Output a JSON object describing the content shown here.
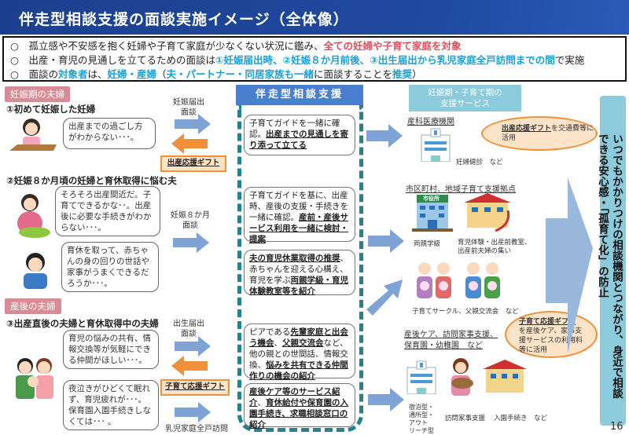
{
  "title": "伴走型相談支援の面談実施イメージ（全体像）",
  "info": {
    "line1": {
      "a": "孤立感や不安感を抱く妊婦や子育て家庭が少なくない状況に鑑み、",
      "b": "全ての妊婦や子育て家庭を対象"
    },
    "line2": {
      "a": "出産・育児の見通しを立てるための面談は",
      "b": "①妊娠届出時、②妊娠８か月前後、③出生届出から乳児家庭全戸訪問までの間",
      "c": "で実施"
    },
    "line3": {
      "a": "面談の",
      "b": "対象者",
      "c": "は、",
      "d": "妊婦・産婦",
      "e": "（",
      "f": "夫・パートナー・同居家族も一緒",
      "g": "に面談することを",
      "h": "推奨",
      "i": "）"
    },
    "bullet": "○"
  },
  "left": {
    "tag1": "妊娠期の夫婦",
    "tag2": "産後の夫婦",
    "case1": "①初めて妊娠した妊婦",
    "case2": "②妊娠８か月頃の妊婦と育休取得に悩む夫",
    "case3": "③出産直後の夫婦と育休取得中の夫婦",
    "bubbles": [
      "出産までの過ごし方がわからない･･･。",
      "そろそろ出産間近だ。子育てできるかな･･。出産後に必要な手続きがわからない･･･。",
      "育休を取って、赤ちゃんの身の回りの世話や家事がうまくできるだろうか･･･。",
      "育児の悩みの共有、情報交換等が気軽にできる仲間がほしい･･･。",
      "夜泣きがひどくて眠れず、育児疲れが･･･。保育園入園手続きしなくては･･･ 。"
    ],
    "labels": [
      "妊娠届出\n面談",
      "妊娠８か月\n面談",
      "出生届出\n面談",
      "乳児家庭全戸訪問"
    ],
    "gift1": "出産応援ギフト",
    "gift2": "子育て応援ギフト"
  },
  "middle": {
    "header": "伴走型相談支援",
    "boxes": [
      {
        "t1": "子育てガイドを一緒に確認。",
        "b1": "出産までの見通しを寄り添って立てる"
      },
      {
        "t1": "子育てガイドを基に、出産時、産後の支援・手続きを一緒に確認。",
        "b1": "産前・産後サービス利用を一緒に検討・提案"
      },
      {
        "b1": "夫の育児休業取得の推奨",
        "t1": "、赤ちゃんを迎える心構え、育児を学ぶ",
        "b2": "両親学級・育児体験教室等を紹介"
      },
      {
        "t1": "ピアである",
        "b1": "先輩家庭と出会う機会",
        "t2": "、",
        "b2": "父親交流会",
        "t3": "など、他の親との世間話、情報交換、",
        "b3": "悩みを共有できる仲間作りの機会の紹介"
      },
      {
        "b1": "産後ケア等のサービス紹介",
        "t1": "、",
        "b2": "育休給付や保育園の入園手続き、求職相談窓口の紹介"
      }
    ]
  },
  "right": {
    "header": "妊娠期・子育て期の\n支援サービス",
    "sec1": "産科医療機関",
    "cap1": "妊婦健診　など",
    "bub1": {
      "b": "出産応援ギフト",
      "t": "を交通費等に活用"
    },
    "sec2": "市区町村、地域子育て支援拠点",
    "sign": "市役所",
    "cap2a": "両親学級",
    "cap2b": "育児体験・出産前教室、\n出産前夫婦の集い",
    "cap3": "子育てサークル、父親交流会　など",
    "sec3": "産後ケア、訪問家事支援、\n保育園・幼稚園　など",
    "bub2": {
      "b": "子育て応援ギフト",
      "t": "を産後ケア、家事支援サービスの利用料等に活用"
    },
    "cap4a": "宿泊型・\n通所型・\nアウト\nリーチ型",
    "cap4b": "訪問家事支援",
    "cap4c": "入園手続き　など",
    "vertical": "いつでもかかりつけの相談機関とつながり、身近で相談できる安心感・「孤育て化」の防止"
  },
  "page": "16",
  "colors": {
    "navy": "#1f4aa0",
    "pink": "#d98c95",
    "orange": "#f0913a",
    "blue_arrow": "#7ea3d4",
    "teal": "#8ccbdb",
    "red": "#e84b5a",
    "cyan": "#1aa0d8"
  }
}
